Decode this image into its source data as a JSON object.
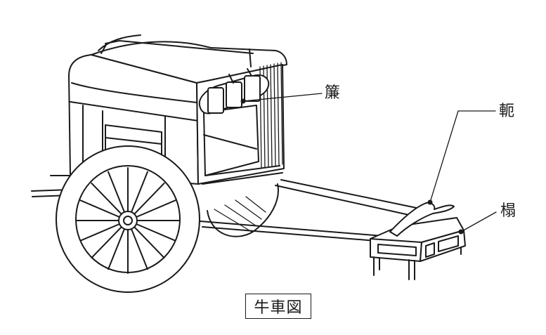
{
  "labels": {
    "blind": "簾",
    "shaft": "軛",
    "stand": "榻"
  },
  "caption": "牛車図"
}
